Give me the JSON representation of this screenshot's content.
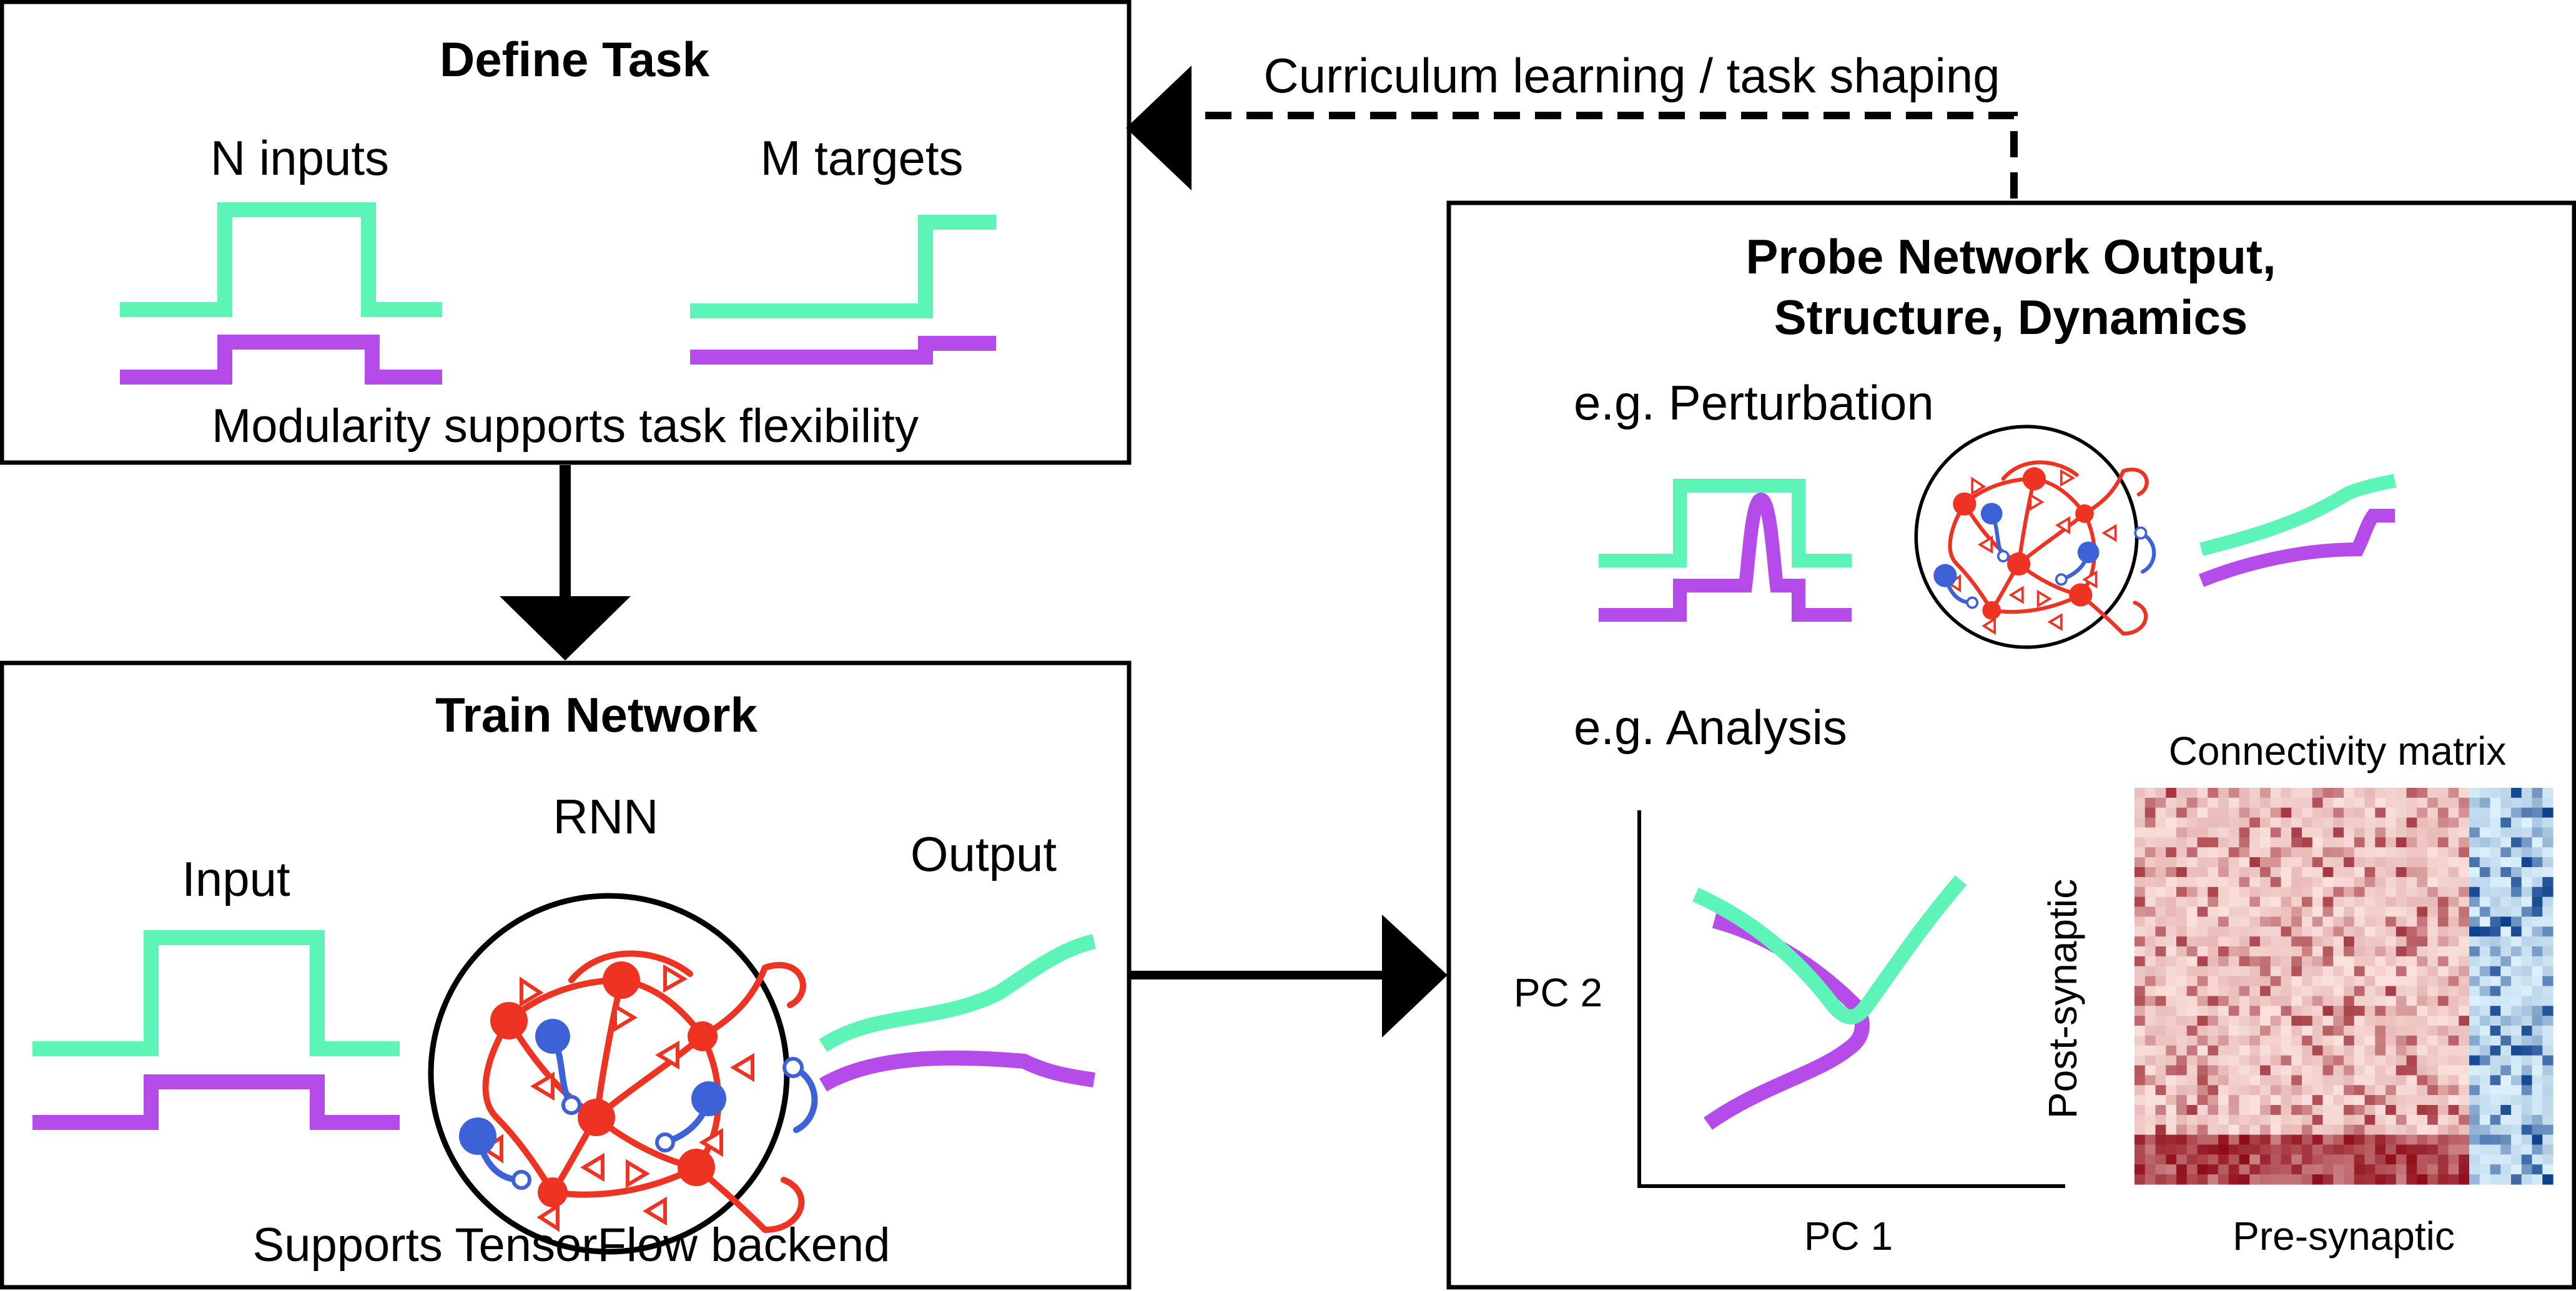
{
  "colors": {
    "teal": "#5cf5b7",
    "purple": "#b54be8",
    "red": "#ee3322",
    "blue": "#3d62d8",
    "black": "#000000",
    "heat_red_light": "#fbe1dc",
    "heat_red_dark": "#8e0b17",
    "heat_blue_light": "#dcf1fb",
    "heat_blue_dark": "#0a3f8c"
  },
  "define_task": {
    "title": "Define Task",
    "inputs_label": "N inputs",
    "targets_label": "M targets",
    "caption": "Modularity supports task flexibility"
  },
  "train_network": {
    "title": "Train Network",
    "input_label": "Input",
    "rnn_label": "RNN",
    "output_label": "Output",
    "caption": "Supports TensorFlow backend"
  },
  "feedback": {
    "label": "Curriculum learning / task shaping"
  },
  "probe": {
    "title_line1": "Probe Network Output,",
    "title_line2": "Structure, Dynamics",
    "perturbation_label": "e.g. Perturbation",
    "analysis_label": "e.g. Analysis",
    "pc_x_label": "PC 1",
    "pc_y_label": "PC 2",
    "matrix_title": "Connectivity matrix",
    "matrix_x_label": "Pre-synaptic",
    "matrix_y_label": "Post-synaptic"
  },
  "icons": [
    "network-icon",
    "arrow-down-icon",
    "arrow-right-icon",
    "arrow-left-icon"
  ]
}
